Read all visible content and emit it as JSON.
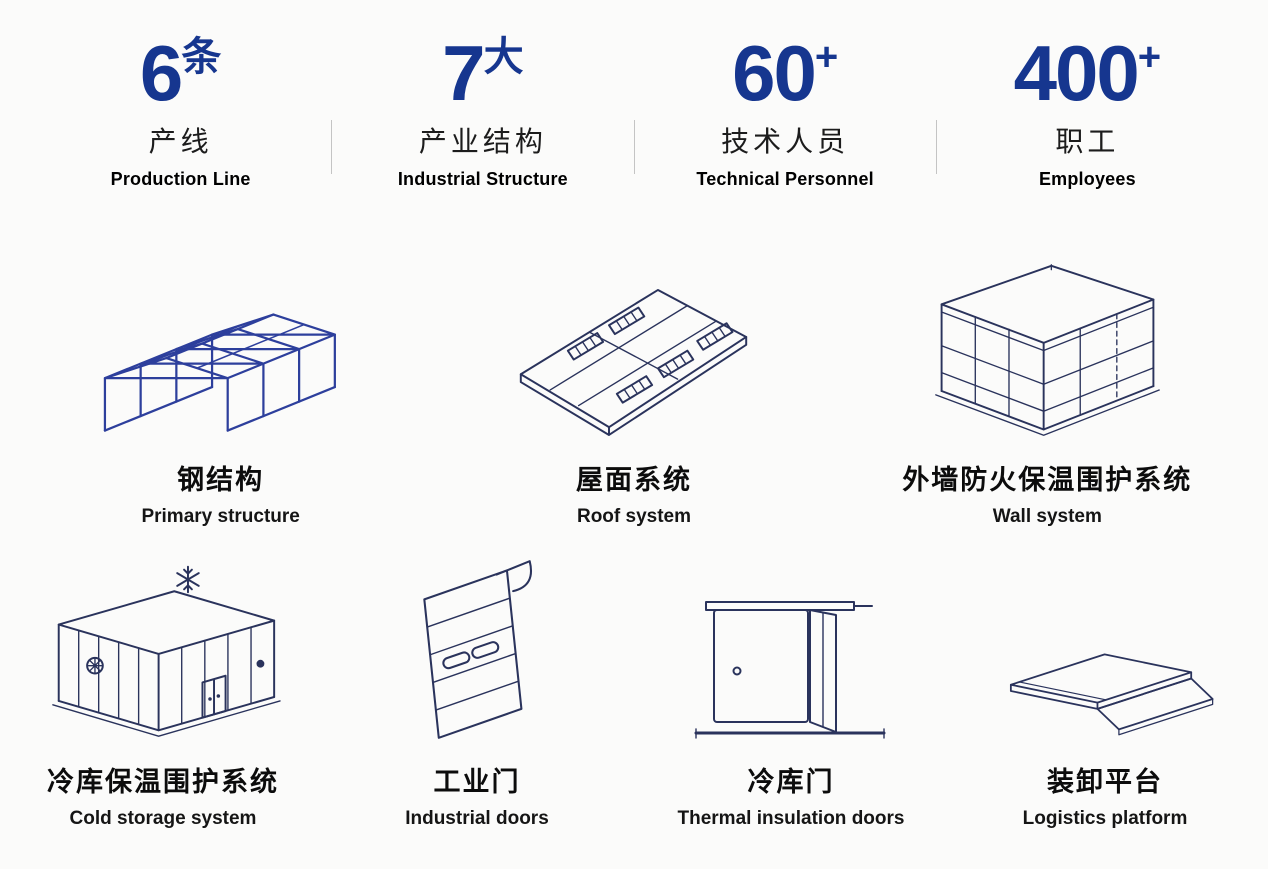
{
  "colors": {
    "accent": "#16368f",
    "ink": "#2a335c",
    "steel": "#2d3f9c",
    "background": "#fbfbfa"
  },
  "stats": [
    {
      "number": "6",
      "suffix": "条",
      "zh": "产线",
      "en": "Production Line"
    },
    {
      "number": "7",
      "suffix": "大",
      "zh": "产业结构",
      "en": "Industrial Structure"
    },
    {
      "number": "60",
      "suffix": "+",
      "zh": "技术人员",
      "en": "Technical Personnel"
    },
    {
      "number": "400",
      "suffix": "+",
      "zh": "职工",
      "en": "Employees"
    }
  ],
  "products": [
    {
      "icon": "steel-structure",
      "zh": "钢结构",
      "en": "Primary structure"
    },
    {
      "icon": "roof-panel",
      "zh": "屋面系统",
      "en": "Roof system"
    },
    {
      "icon": "wall-enclosure",
      "zh": "外墙防火保温围护系统",
      "en": "Wall system"
    },
    {
      "icon": "cold-storage-room",
      "zh": "冷库保温围护系统",
      "en": "Cold storage system"
    },
    {
      "icon": "roller-door",
      "zh": "工业门",
      "en": "Industrial doors"
    },
    {
      "icon": "sliding-cold-door",
      "zh": "冷库门",
      "en": "Thermal insulation doors"
    },
    {
      "icon": "dock-leveler",
      "zh": "装卸平台",
      "en": "Logistics platform"
    }
  ]
}
